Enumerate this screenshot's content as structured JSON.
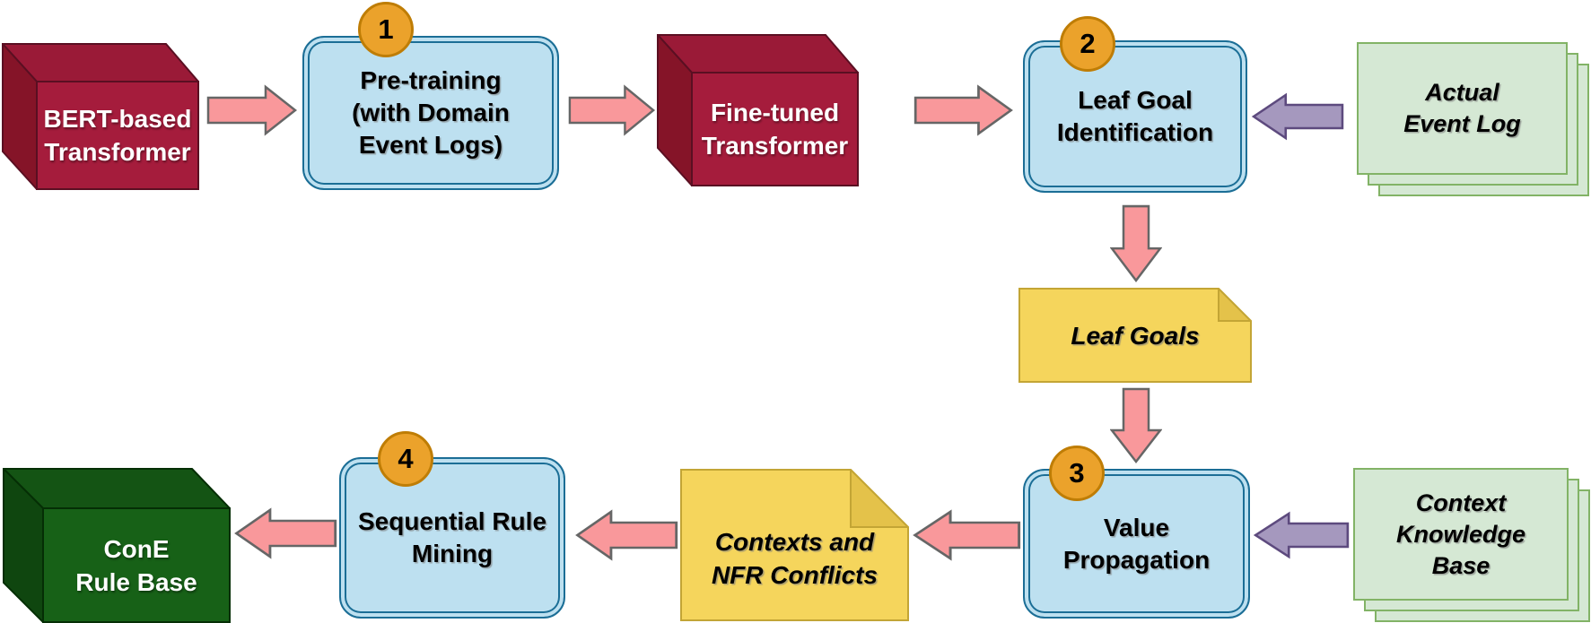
{
  "diagram": {
    "title": "ConE pipeline flow diagram",
    "nodes": {
      "bert": {
        "label": "BERT-based\nTransformer",
        "shape": "cube-3d",
        "fill": "#A51C3C"
      },
      "pretraining": {
        "label": "Pre-training\n(with Domain\nEvent Logs)",
        "badge": "1",
        "shape": "rounded-process"
      },
      "finetuned": {
        "label": "Fine-tuned\nTransformer",
        "shape": "cube-3d",
        "fill": "#A51C3C"
      },
      "leafgoal_id": {
        "label": "Leaf Goal\nIdentification",
        "badge": "2",
        "shape": "rounded-process"
      },
      "actual_event_log": {
        "label": "Actual\nEvent Log",
        "shape": "stacked-documents"
      },
      "leaf_goals": {
        "label": "Leaf Goals",
        "shape": "folded-note"
      },
      "value_propagation": {
        "label": "Value\nPropagation",
        "badge": "3",
        "shape": "rounded-process"
      },
      "context_kb": {
        "label": "Context\nKnowledge\nBase",
        "shape": "stacked-documents"
      },
      "contexts_nfr": {
        "label": "Contexts and\nNFR Conflicts",
        "shape": "folded-note"
      },
      "seq_rule_mining": {
        "label": "Sequential Rule\nMining",
        "badge": "4",
        "shape": "rounded-process"
      },
      "cone_rule_base": {
        "label": "ConE\nRule Base",
        "shape": "cube-3d",
        "fill": "#176117"
      }
    },
    "flows": [
      "bert -> pretraining",
      "pretraining -> finetuned",
      "finetuned -> leafgoal_id",
      "actual_event_log -> leafgoal_id",
      "leafgoal_id -> leaf_goals",
      "leaf_goals -> value_propagation",
      "context_kb -> value_propagation",
      "value_propagation -> contexts_nfr",
      "contexts_nfr -> seq_rule_mining",
      "seq_rule_mining -> cone_rule_base"
    ],
    "colors": {
      "cube_red": "#A51C3C",
      "cube_green": "#176117",
      "process_fill": "#BDE0F0",
      "process_border": "#1B6E96",
      "badge_fill": "#EBA22B",
      "badge_border": "#BF7D05",
      "arrow_pink": "#F9989B",
      "arrow_pink_border": "#666666",
      "arrow_purple": "#A598BE",
      "arrow_purple_border": "#5D4A7E",
      "document_fill": "#D5E8D4",
      "document_border": "#82B366",
      "note_fill": "#F5D55C",
      "note_border": "#C3A535",
      "note_fold": "#E4C24A"
    }
  }
}
